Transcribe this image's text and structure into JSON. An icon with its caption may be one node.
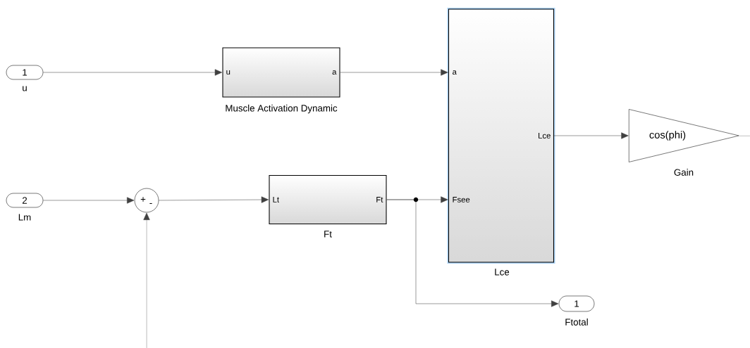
{
  "diagram": {
    "nodes": [
      {
        "text": [
          "1"
        ],
        "beside": [
          "u"
        ]
      },
      {
        "text": [
          "u",
          "a"
        ],
        "beside": [
          "Muscle Activation Dynamic"
        ]
      },
      {
        "text": [
          "2"
        ],
        "beside": [
          "Lm"
        ]
      },
      {
        "text": [
          "+",
          "-"
        ]
      },
      {
        "text": [
          "Lt",
          "Ft"
        ],
        "beside": [
          "Ft"
        ]
      },
      {
        "text": [
          "a",
          "Fsee",
          "Lce"
        ],
        "beside": [
          "Lce"
        ]
      },
      {
        "text": [
          "cos(phi)"
        ],
        "beside": [
          "Gain"
        ]
      },
      {
        "text": [
          "1"
        ],
        "beside": [
          "Ftotal"
        ]
      }
    ],
    "edges": [
      {
        "from": 0,
        "to": 1,
        "arrow": "to"
      },
      {
        "from": 1,
        "to": 5,
        "arrow": "to"
      },
      {
        "from": 2,
        "to": 3,
        "arrow": "to"
      },
      {
        "from": null,
        "to": 3,
        "arrow": "to"
      },
      {
        "from": 3,
        "to": 4,
        "arrow": "to"
      },
      {
        "from": 4,
        "to": 5,
        "arrow": "to"
      },
      {
        "from": 4,
        "to": 7,
        "arrow": "to"
      },
      {
        "from": 5,
        "to": 6,
        "arrow": "to"
      },
      {
        "from": 6,
        "to": null,
        "arrow": "none"
      }
    ]
  }
}
